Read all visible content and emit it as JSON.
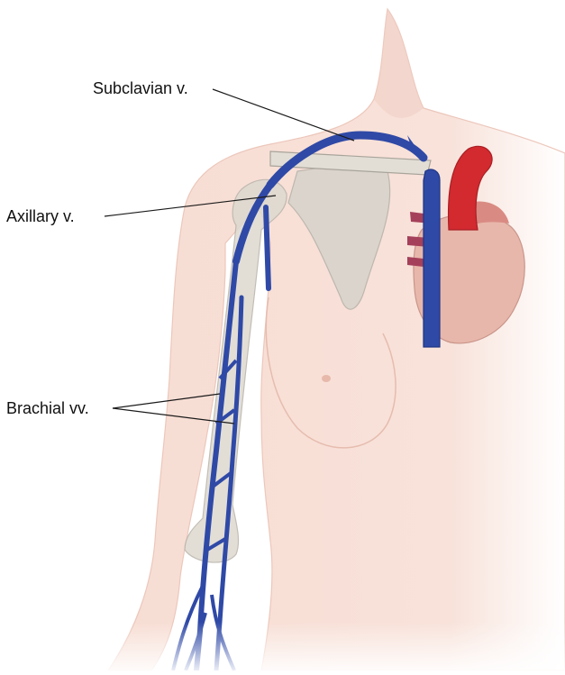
{
  "labels": {
    "subclavian": "Subclavian v.",
    "axillary": "Axillary v.",
    "brachial": "Brachial vv."
  },
  "colors": {
    "skin": "#f6dcd3",
    "skin_shadow": "#edc9bd",
    "bone": "#d9d5cc",
    "bone_edge": "#b9b4aa",
    "vein": "#2f49a6",
    "vein_dark": "#1f3584",
    "artery": "#d12a2e",
    "heart": "#e7b8ad",
    "leader": "#1a1a1a"
  }
}
